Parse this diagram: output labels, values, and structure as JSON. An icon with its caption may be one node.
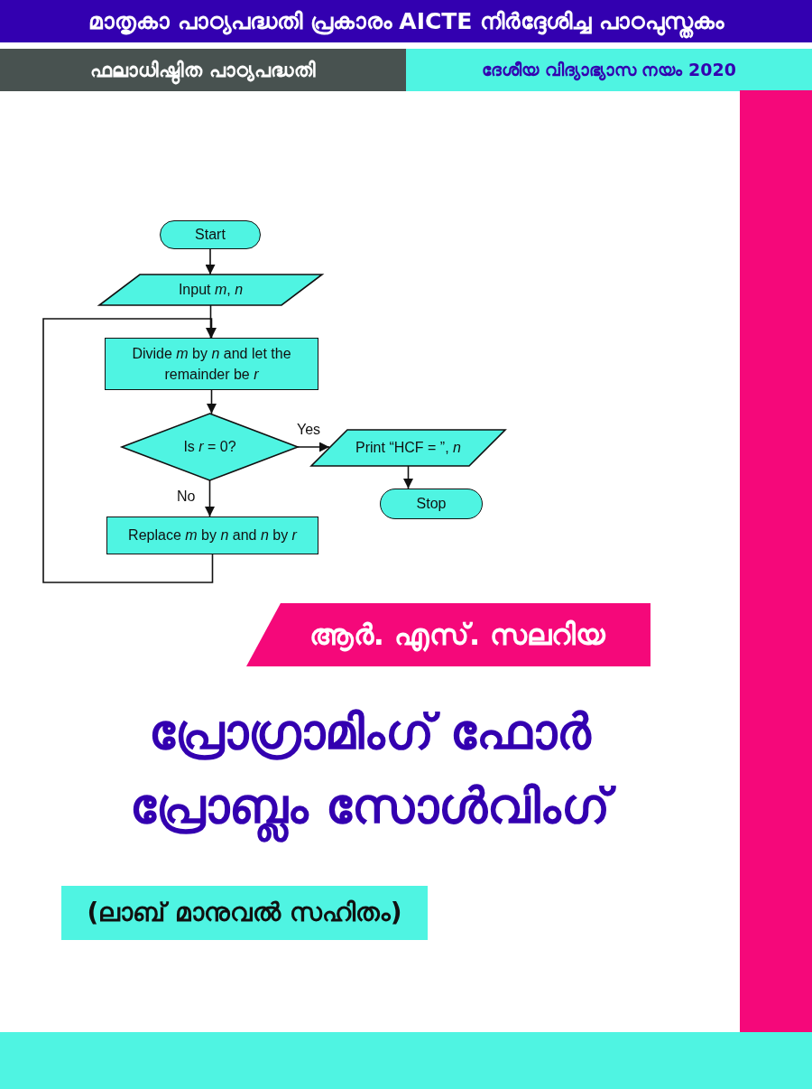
{
  "diagram": {
    "nodes": [
      {
        "text": [
          "മാതൃകാ പാഠ്യപദ്ധതി പ്രകാരം AICTE നിർദ്ദേശിച്ച പാഠപുസ്തകം"
        ]
      },
      {
        "text": [
          "ഫലാധിഷ്ഠിത പാഠ്യപദ്ധതി"
        ]
      },
      {
        "text": [
          "ദേശീയ വിദ്യാഭ്യാസ നയം 2020"
        ]
      },
      {
        "text": [
          "Start"
        ]
      },
      {
        "text": [
          "Input *m*, *n*"
        ]
      },
      {
        "text": [
          "Divide *m* by *n* and let the remainder be *r*"
        ]
      },
      {
        "text": [
          "Is *r* = 0?"
        ]
      },
      {
        "text": [
          "Print “HCF = ”, *n*"
        ]
      },
      {
        "text": [
          "Stop"
        ]
      },
      {
        "text": [
          "Replace *m* by *n* and *n* by *r*"
        ]
      },
      {
        "text": [
          "ആർ. എസ്. സലറിയ"
        ]
      },
      {
        "text": [
          "(ലാബ് മാനുവൽ സഹിതം)"
        ]
      },
      {
        "text": [],
        "shape": "bar"
      },
      {
        "text": [],
        "shape": "bar"
      }
    ],
    "edges": [
      {
        "from": 3,
        "to": 4,
        "arrow": "to"
      },
      {
        "from": 4,
        "to": 5,
        "arrow": "to"
      },
      {
        "from": 5,
        "to": 6,
        "arrow": "to"
      },
      {
        "from": 6,
        "to": 7,
        "arrow": "to",
        "label": "Yes"
      },
      {
        "from": 7,
        "to": 8,
        "arrow": "to"
      },
      {
        "from": 6,
        "to": 9,
        "arrow": "to",
        "label": "No"
      },
      {
        "from": 9,
        "to": 5,
        "arrow": "to"
      }
    ],
    "labels": [
      "പ്രോഗ്രാമിംഗ് ഫോർ പ്രോബ്ലം സോൾവിംഗ്"
    ]
  }
}
